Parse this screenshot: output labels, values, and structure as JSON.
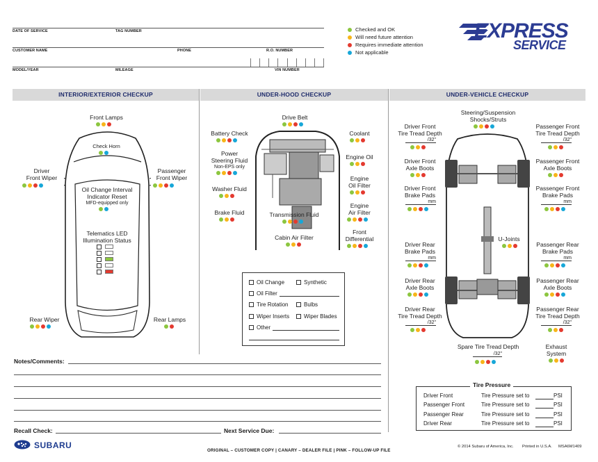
{
  "header": {
    "date_label": "DATE OF SERVICE",
    "tag_label": "TAG NUMBER",
    "customer_label": "CUSTOMER NAME",
    "phone_label": "PHONE",
    "ro_label": "R.O. NUMBER",
    "model_label": "MODEL/YEAR",
    "mileage_label": "MILEAGE",
    "vin_label": "VIN NUMBER"
  },
  "legend": [
    {
      "label": "Checked and OK",
      "color": "#8cc63f"
    },
    {
      "label": "Will need future attention",
      "color": "#f7b519"
    },
    {
      "label": "Requires immediate attention",
      "color": "#e43a2f"
    },
    {
      "label": "Not applicable",
      "color": "#17a7d8"
    }
  ],
  "logo": {
    "line1": "EXPRESS",
    "line2": "SERVICE"
  },
  "sections": {
    "interior": "INTERIOR/EXTERIOR CHECKUP",
    "underhood": "UNDER-HOOD CHECKUP",
    "undervehicle": "UNDER-VEHICLE CHECKUP"
  },
  "interior": {
    "front_lamps": "Front Lamps",
    "check_horn": "Check Horn",
    "driver_wiper": "Driver\nFront Wiper",
    "passenger_wiper": "Passenger\nFront Wiper",
    "oil_reset": "Oil Change Interval\nIndicator Reset",
    "oil_reset_note": "MFD-equipped only",
    "telematics": "Telematics LED\nIllumination Status",
    "rear_wiper": "Rear Wiper",
    "rear_lamps": "Rear Lamps"
  },
  "underhood": {
    "drive_belt": "Drive Belt",
    "battery": "Battery Check",
    "coolant": "Coolant",
    "power_steering": "Power\nSteering Fluid",
    "power_steering_note": "Non-EPS only",
    "engine_oil": "Engine Oil",
    "engine_oil_filter": "Engine\nOil Filter",
    "washer_fluid": "Washer Fluid",
    "engine_air_filter": "Engine\nAir Filter",
    "brake_fluid": "Brake Fluid",
    "transmission_fluid": "Transmission Fluid",
    "front_diff": "Front\nDifferential",
    "cabin_filter": "Cabin Air Filter",
    "box": {
      "oil_change": "Oil Change",
      "synthetic": "Synthetic",
      "oil_filter": "Oil Filter",
      "tire_rotation": "Tire Rotation",
      "bulbs": "Bulbs",
      "wiper_inserts": "Wiper Inserts",
      "wiper_blades": "Wiper Blades",
      "other": "Other"
    }
  },
  "undervehicle": {
    "steering": "Steering/Suspension\nShocks/Struts",
    "driver_front_tread": "Driver Front\nTire Tread Depth",
    "pass_front_tread": "Passenger Front\nTire Tread Depth",
    "tread_unit": "/32\"",
    "driver_front_boots": "Driver Front\nAxle Boots",
    "pass_front_boots": "Passenger Front\nAxle Boots",
    "driver_front_pads": "Driver Front\nBrake Pads",
    "pass_front_pads": "Passenger Front\nBrake Pads",
    "mm_unit": "mm",
    "ujoints": "U-Joints",
    "driver_rear_pads": "Driver Rear\nBrake Pads",
    "pass_rear_pads": "Passenger Rear\nBrake Pads",
    "driver_rear_boots": "Driver Rear\nAxle Boots",
    "pass_rear_boots": "Passenger Rear\nAxle Boots",
    "driver_rear_tread": "Driver Rear\nTire Tread Depth",
    "pass_rear_tread": "Passenger Rear\nTire Tread Depth",
    "spare": "Spare Tire Tread Depth",
    "exhaust": "Exhaust\nSystem"
  },
  "tire_pressure": {
    "title": "Tire Pressure",
    "set_to": "Tire Pressure set to",
    "psi": "PSI",
    "rows": [
      "Driver Front",
      "Passenger Front",
      "Passenger Rear",
      "Driver Rear"
    ]
  },
  "notes_label": "Notes/Comments:",
  "recall_label": "Recall Check:",
  "next_service_label": "Next Service Due:",
  "footer": {
    "brand": "SUBARU",
    "copies": "ORIGINAL – CUSTOMER COPY  |  CANARY – DEALER FILE  |  PINK – FOLLOW-UP FILE",
    "copyright": "© 2014 Subaru of America, Inc.",
    "printed": "Printed in U.S.A.",
    "form_no": "MSA6M1409"
  }
}
